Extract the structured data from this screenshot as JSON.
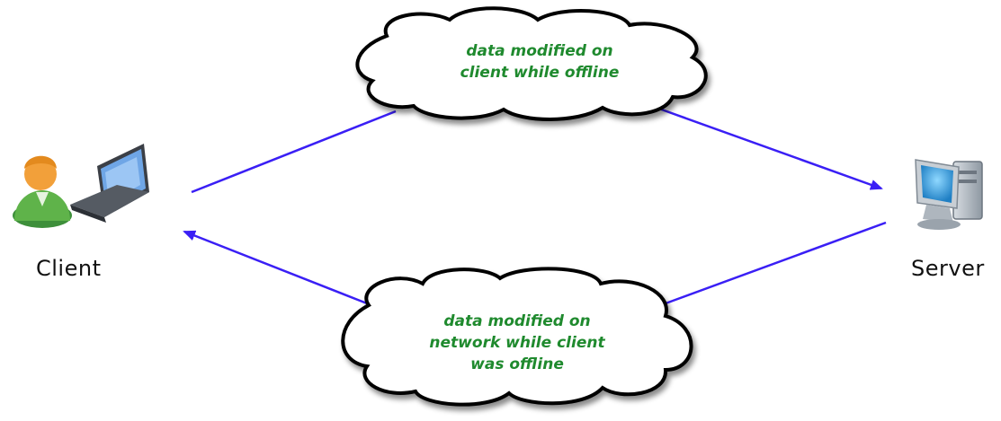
{
  "nodes": {
    "client": {
      "label": "Client",
      "icons": [
        "user-icon",
        "laptop-icon"
      ]
    },
    "server": {
      "label": "Server",
      "icons": [
        "desktop-computer-icon"
      ]
    }
  },
  "clouds": {
    "top": {
      "lines": [
        "data modified on",
        "client while offline"
      ]
    },
    "bottom": {
      "lines": [
        "data modified on",
        "network while client",
        "was offline"
      ]
    }
  },
  "colors": {
    "arrow": "#3a1ff5",
    "cloud_text": "#1f8a2e",
    "cloud_fill": "#ffffff",
    "cloud_stroke": "#000000",
    "label": "#111111"
  },
  "edges": [
    {
      "from": "client",
      "to": "server",
      "via": "top-cloud"
    },
    {
      "from": "server",
      "to": "client",
      "via": "bottom-cloud"
    }
  ]
}
